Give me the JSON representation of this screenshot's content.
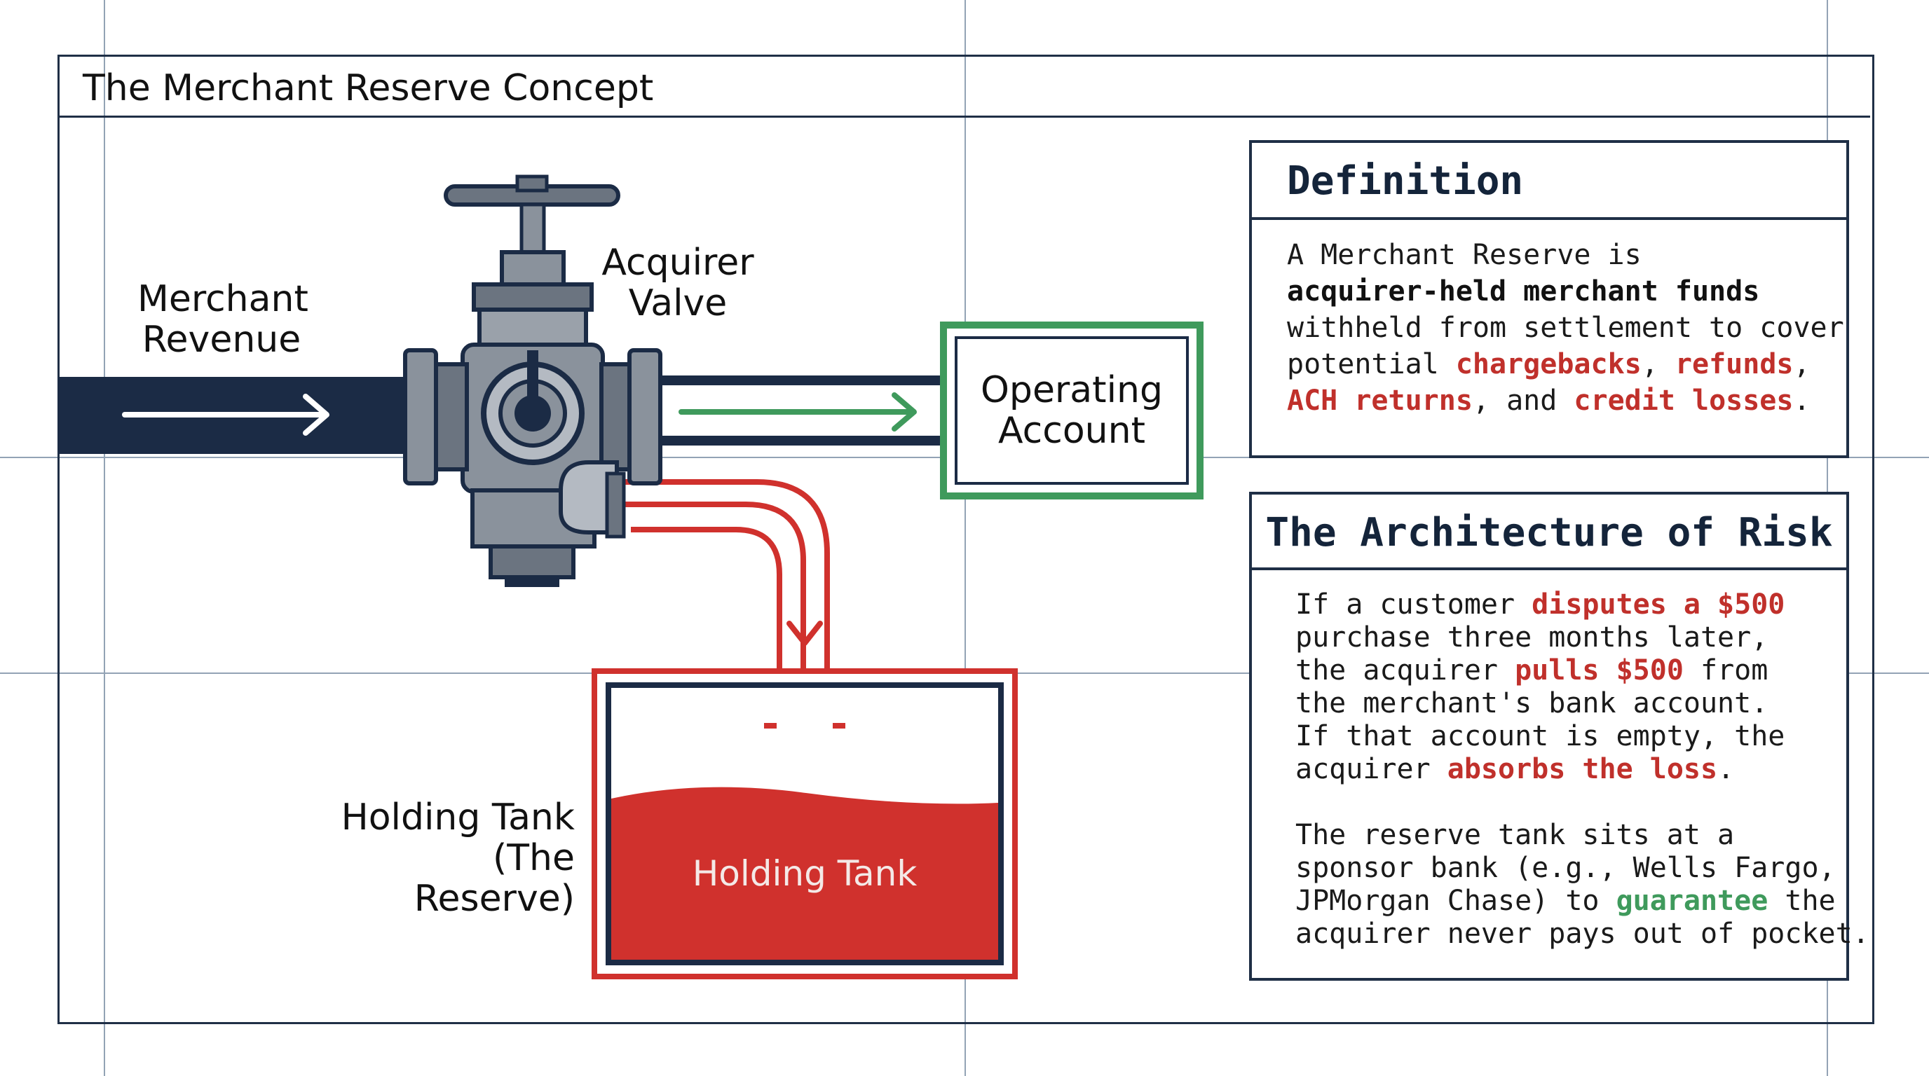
{
  "page": {
    "title": "The Merchant Reserve Concept"
  },
  "labels": {
    "merchant_revenue": [
      "Merchant",
      "Revenue"
    ],
    "acquirer_valve": [
      "Acquirer",
      "Valve"
    ],
    "operating_account": [
      "Operating",
      "Account"
    ],
    "holding_tank_caption": [
      "Holding Tank",
      "(The Reserve)"
    ],
    "holding_tank_inner": "Holding Tank"
  },
  "definition": {
    "heading": "Definition",
    "lines": [
      [
        {
          "t": "A Merchant Reserve is",
          "s": "plain"
        }
      ],
      [
        {
          "t": "acquirer-held merchant funds",
          "s": "bold"
        }
      ],
      [
        {
          "t": "withheld from settlement to cover",
          "s": "plain"
        }
      ],
      [
        {
          "t": "potential ",
          "s": "plain"
        },
        {
          "t": "chargebacks",
          "s": "red"
        },
        {
          "t": ", ",
          "s": "plain"
        },
        {
          "t": "refunds",
          "s": "red"
        },
        {
          "t": ",",
          "s": "plain"
        }
      ],
      [
        {
          "t": "ACH returns",
          "s": "red"
        },
        {
          "t": ", and ",
          "s": "plain"
        },
        {
          "t": "credit losses",
          "s": "red"
        },
        {
          "t": ".",
          "s": "plain"
        }
      ]
    ]
  },
  "risk": {
    "heading": "The Architecture of Risk",
    "lines": [
      [
        {
          "t": "If a customer ",
          "s": "plain"
        },
        {
          "t": "disputes a $500",
          "s": "red"
        }
      ],
      [
        {
          "t": "purchase three months later,",
          "s": "plain"
        }
      ],
      [
        {
          "t": "the acquirer ",
          "s": "plain"
        },
        {
          "t": "pulls $500",
          "s": "red"
        },
        {
          "t": " from",
          "s": "plain"
        }
      ],
      [
        {
          "t": "the merchant's bank account.",
          "s": "plain"
        }
      ],
      [
        {
          "t": "If that account is empty, the",
          "s": "plain"
        }
      ],
      [
        {
          "t": "acquirer ",
          "s": "plain"
        },
        {
          "t": "absorbs the loss",
          "s": "red"
        },
        {
          "t": ".",
          "s": "plain"
        }
      ],
      [
        {
          "t": "",
          "s": "plain"
        }
      ],
      [
        {
          "t": "The reserve tank sits at a",
          "s": "plain"
        }
      ],
      [
        {
          "t": "sponsor bank (e.g., Wells Fargo,",
          "s": "plain"
        }
      ],
      [
        {
          "t": "JPMorgan Chase) to ",
          "s": "plain"
        },
        {
          "t": "guarantee",
          "s": "green"
        },
        {
          "t": " the",
          "s": "plain"
        }
      ],
      [
        {
          "t": "acquirer never pays out of pocket.",
          "s": "plain"
        }
      ]
    ]
  },
  "colors": {
    "navy": "#1b2b45",
    "green": "#3f9a5c",
    "red": "#d0312d",
    "steel": "#6b7480"
  },
  "icons": [
    "valve-icon",
    "arrow-right-icon",
    "arrow-down-icon",
    "tank-icon"
  ]
}
